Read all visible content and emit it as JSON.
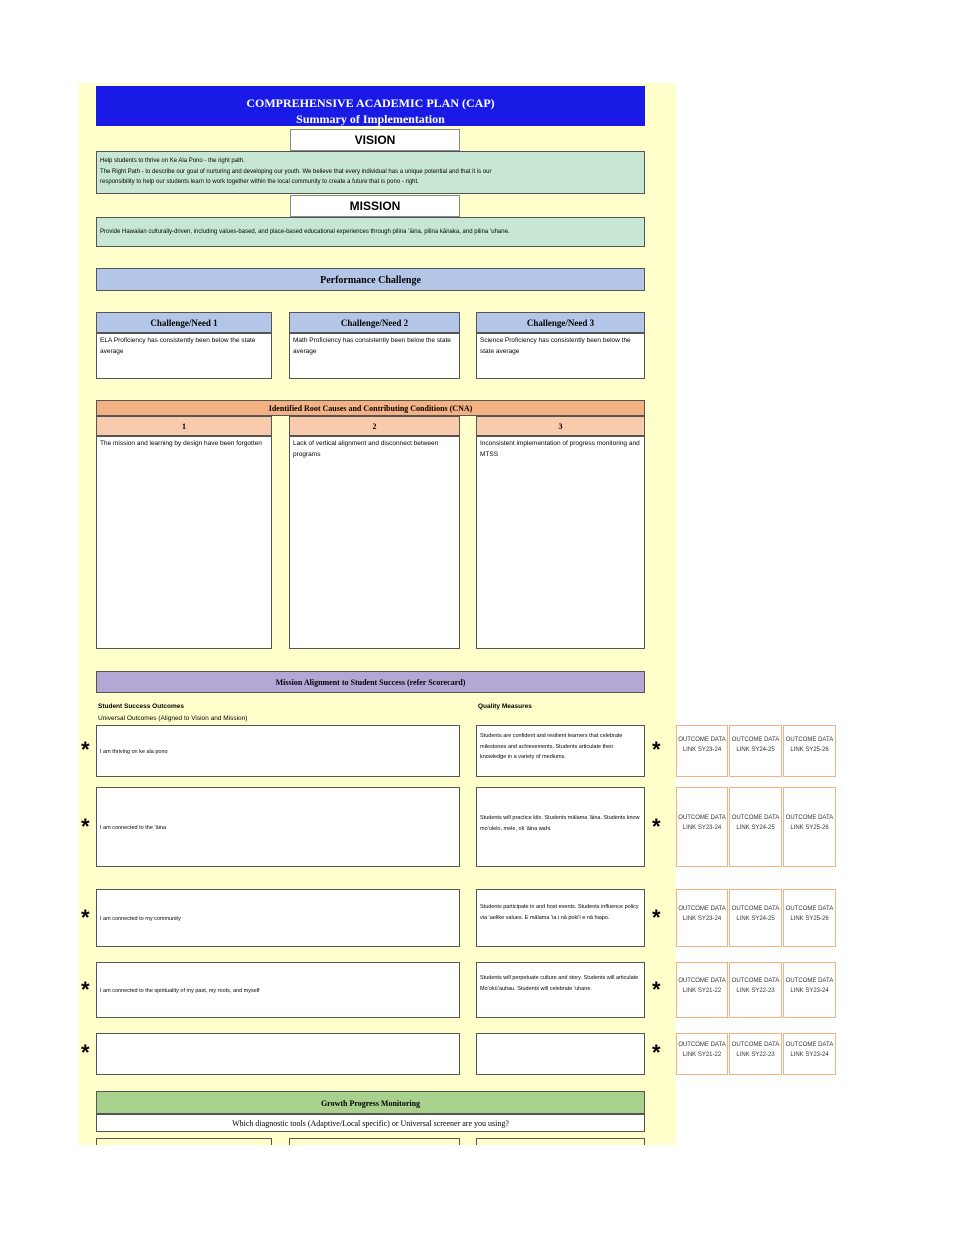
{
  "header": {
    "title_line1": "COMPREHENSIVE ACADEMIC PLAN (CAP)",
    "title_line2": "Summary of Implementation"
  },
  "vision": {
    "label": "VISION",
    "lines": [
      "Help students to thrive on Ke Ala Pono - the right path.",
      "The Right Path - to describe our goal of nurturing and developing our youth.  We believe that every individual has a unique potential and that it is our",
      "responsibility to help our students learn to work together within the local community to create a future that is pono - right."
    ]
  },
  "mission": {
    "label": "MISSION",
    "text": "Provide Hawaiian culturally-driven, including values-based, and place-based educational experiences through pilina ʻāina, pilina kānaka, and pilina ʻuhane."
  },
  "performance": {
    "title": "Performance Challenge",
    "challenges": [
      {
        "head": "Challenge/Need 1",
        "text": "ELA Proficiency has consistently been below the state average"
      },
      {
        "head": "Challenge/Need 2",
        "text": "Math Proficiency has consistently been below the state average"
      },
      {
        "head": "Challenge/Need 3",
        "text": "Science Proficiency has consistently been below the state average"
      }
    ]
  },
  "root_causes": {
    "title": "Identified Root Causes and Contributing Conditions (CNA)",
    "columns": [
      {
        "num": "1",
        "text": "The mission and learning by design have been forgotten"
      },
      {
        "num": "2",
        "text": "Lack of vertical alignment and disconnect between programs"
      },
      {
        "num": "3",
        "text": "Inconsistent implementation of progress monitoring and MTSS"
      }
    ]
  },
  "alignment": {
    "title": "Mission Alignment to Student Success (refer Scorecard)",
    "outcomes_label": "Student Success Outcomes",
    "outcomes_sub": "Universal Outcomes (Aligned to Vision and Mission)",
    "measures_label": "Quality Measures",
    "star": "*",
    "rows": [
      {
        "outcome": "I am thriving on ke ala pono",
        "measure": "Students are confident and resilient learners that celebrate milestones and achievements. Students articulate their knowledge in a variety of mediums.",
        "links": [
          "OUTCOME DATA LINK SY23-24",
          "OUTCOME DATA LINK SY24-25",
          "OUTCOME DATA LINK SY25-26"
        ]
      },
      {
        "outcome": "I am connected to the ʻāina",
        "measure": "Students will practice kilo. Students mālama ʻāina.  Students know moʻolelo, mele, oli ʻāina wahi.",
        "links": [
          "OUTCOME DATA LINK SY23-24",
          "OUTCOME DATA LINK SY24-25",
          "OUTCOME DATA LINK SY25-26"
        ]
      },
      {
        "outcome": "I am connected to my community",
        "measure": "Students participate in and host events. Students influence policy via ʻaelike values.  E mālama ʻia i nā poki'i e nā hiapo.",
        "links": [
          "OUTCOME DATA LINK SY23-24",
          "OUTCOME DATA LINK SY24-25",
          "OUTCOME DATA LINK SY25-26"
        ]
      },
      {
        "outcome": "I am connected to the spirituality of my past, my roots, and myself",
        "measure": "Students will perpetuate culture and story. Students will articulate Moʻokūʻauhau. Students will celebrate ʻuhane.",
        "links": [
          "OUTCOME DATA LINK SY21-22",
          "OUTCOME DATA LINK SY22-23",
          "OUTCOME DATA LINK SY23-24"
        ]
      },
      {
        "outcome": "",
        "measure": "",
        "links": [
          "OUTCOME DATA LINK SY21-22",
          "OUTCOME DATA LINK SY22-23",
          "OUTCOME DATA LINK SY23-24"
        ]
      }
    ]
  },
  "growth": {
    "title": "Growth Progress Monitoring",
    "question": "Which diagnostic tools (Adaptive/Local specific) or Universal screener are you using?"
  }
}
